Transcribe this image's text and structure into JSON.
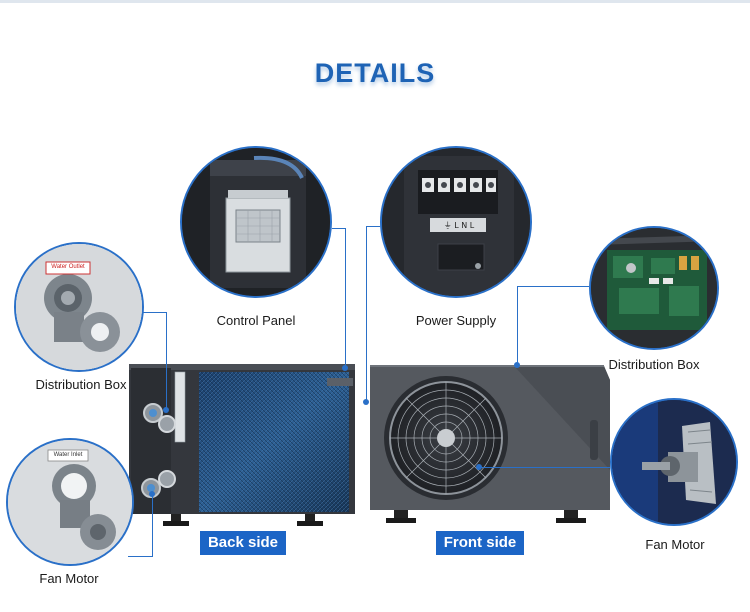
{
  "title": "DETAILS",
  "captions": {
    "control_panel": "Control Panel",
    "power_supply": "Power Supply",
    "distribution_box_left": "Distribution Box",
    "distribution_box_right": "Distribution Box",
    "fan_motor_left": "Fan Motor",
    "fan_motor_right": "Fan Motor"
  },
  "side_labels": {
    "back": "Back side",
    "front": "Front side"
  },
  "tags": {
    "water_outlet": "Water Outlet",
    "water_inlet": "Water Inlet",
    "terminal": "⏚ L N L"
  },
  "colors": {
    "accent": "#1e63b5",
    "label_bg": "#1c65c6",
    "leader": "#2a70c8"
  }
}
